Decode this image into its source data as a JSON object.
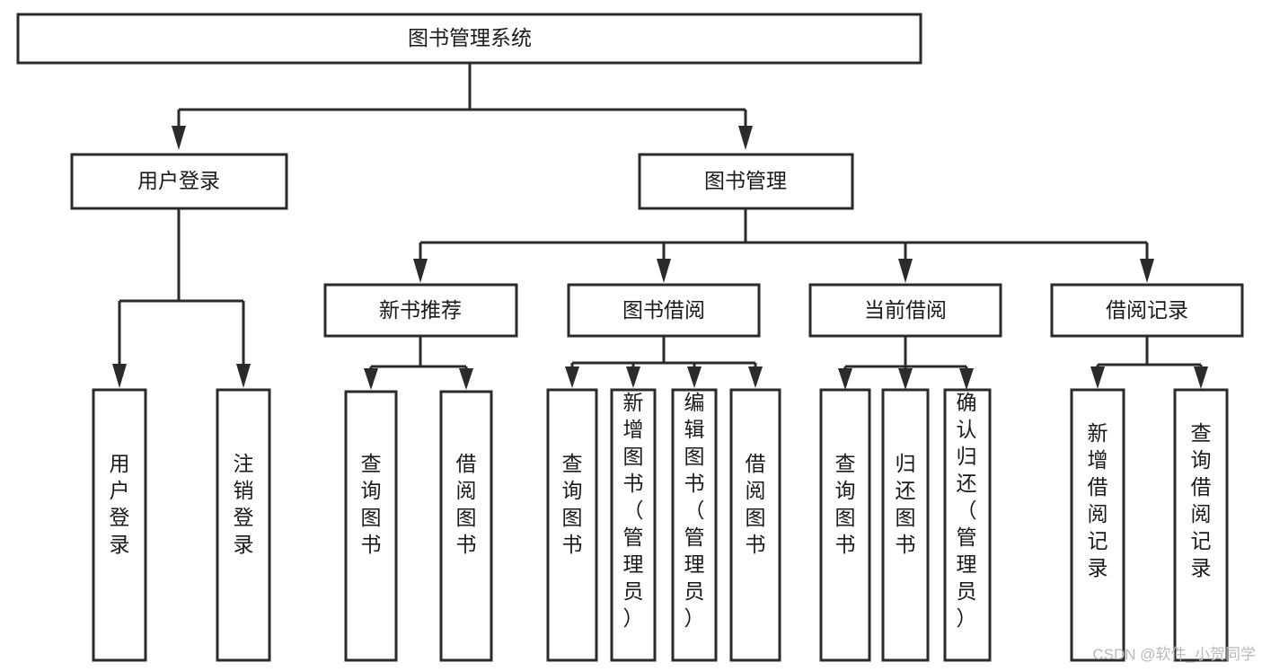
{
  "diagram": {
    "type": "tree-hierarchy",
    "title": "图书管理系统",
    "root": {
      "id": "root",
      "label": "图书管理系统",
      "level": 0
    },
    "level1": [
      {
        "id": "user-login",
        "label": "用户登录",
        "level": 1
      },
      {
        "id": "book-management",
        "label": "图书管理",
        "level": 1
      }
    ],
    "level2": [
      {
        "id": "new-book-recommend",
        "label": "新书推荐",
        "level": 2,
        "parent": "book-management"
      },
      {
        "id": "book-borrow",
        "label": "图书借阅",
        "level": 2,
        "parent": "book-management"
      },
      {
        "id": "current-borrow",
        "label": "当前借阅",
        "level": 2,
        "parent": "book-management"
      },
      {
        "id": "borrow-record",
        "label": "借阅记录",
        "level": 2,
        "parent": "book-management"
      }
    ],
    "leaves": [
      {
        "id": "leaf-user-login",
        "label": "用户登录",
        "parent": "user-login"
      },
      {
        "id": "leaf-logout-login",
        "label": "注销登录",
        "parent": "user-login"
      },
      {
        "id": "leaf-query-book-1",
        "label": "查询图书",
        "parent": "new-book-recommend"
      },
      {
        "id": "leaf-borrow-book-1",
        "label": "借阅图书",
        "parent": "new-book-recommend"
      },
      {
        "id": "leaf-query-book-2",
        "label": "查询图书",
        "parent": "book-borrow"
      },
      {
        "id": "leaf-add-book",
        "label": "新增图书（管理员）",
        "parent": "book-borrow"
      },
      {
        "id": "leaf-edit-book",
        "label": "编辑图书（管理员）",
        "parent": "book-borrow"
      },
      {
        "id": "leaf-borrow-book-2",
        "label": "借阅图书",
        "parent": "book-borrow"
      },
      {
        "id": "leaf-query-book-3",
        "label": "查询图书",
        "parent": "current-borrow"
      },
      {
        "id": "leaf-return-book",
        "label": "归还图书",
        "parent": "current-borrow"
      },
      {
        "id": "leaf-confirm-return",
        "label": "确认归还（管理员）",
        "parent": "current-borrow"
      },
      {
        "id": "leaf-add-record",
        "label": "新增借阅记录",
        "parent": "borrow-record"
      },
      {
        "id": "leaf-query-record",
        "label": "查询借阅记录",
        "parent": "borrow-record"
      }
    ],
    "colors": {
      "box_stroke": "#2b2b2b",
      "box_fill": "#ffffff",
      "connector": "#2b2b2b",
      "text": "#1a1a1a",
      "background": "#ffffff",
      "watermark": "#b9b9b9"
    }
  },
  "watermark": {
    "text": "CSDN @软件_小贺同学"
  }
}
